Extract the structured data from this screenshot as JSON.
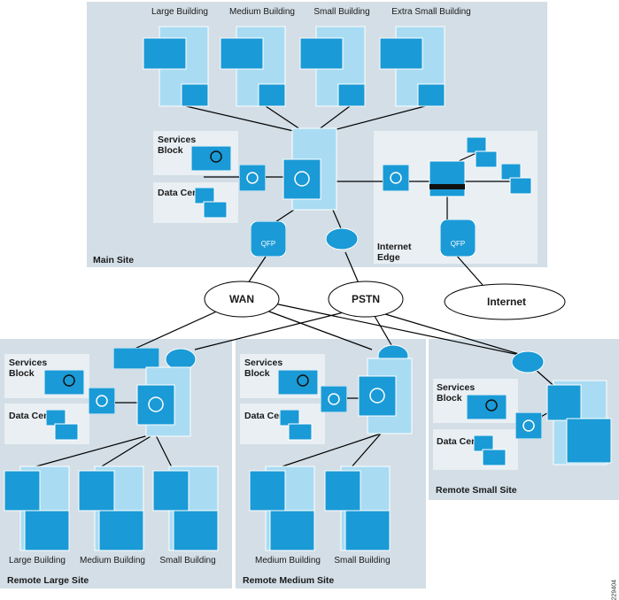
{
  "main_site": {
    "label": "Main Site",
    "buildings": [
      "Large Building",
      "Medium Building",
      "Small Building",
      "Extra Small Building"
    ],
    "services_block": "Services Block",
    "data_center": "Data Center",
    "internet_edge": "Internet Edge"
  },
  "clouds": {
    "wan": "WAN",
    "pstn": "PSTN",
    "internet": "Internet"
  },
  "remote_large": {
    "label": "Remote Large Site",
    "services_block": "Services Block",
    "data_center": "Data Center",
    "buildings": [
      "Large Building",
      "Medium Building",
      "Small Building"
    ]
  },
  "remote_medium": {
    "label": "Remote Medium Site",
    "services_block": "Services Block",
    "data_center": "Data Center",
    "buildings": [
      "Medium Building",
      "Small Building"
    ]
  },
  "remote_small": {
    "label": "Remote Small Site",
    "services_block": "Services Block",
    "data_center": "Data Center"
  },
  "figure_id": "229404",
  "colors": {
    "region": "#d3dee6",
    "subbox": "#e9eff3",
    "device": "#1a9ad6",
    "device_light": "#a9dcf3",
    "line": "#000000"
  },
  "icons": [
    "layer3-switch-icon",
    "building-icon",
    "router-icon",
    "asr-qfp-router-icon",
    "firewall-icon",
    "server-icon",
    "services-block-icon",
    "cloud-icon"
  ]
}
